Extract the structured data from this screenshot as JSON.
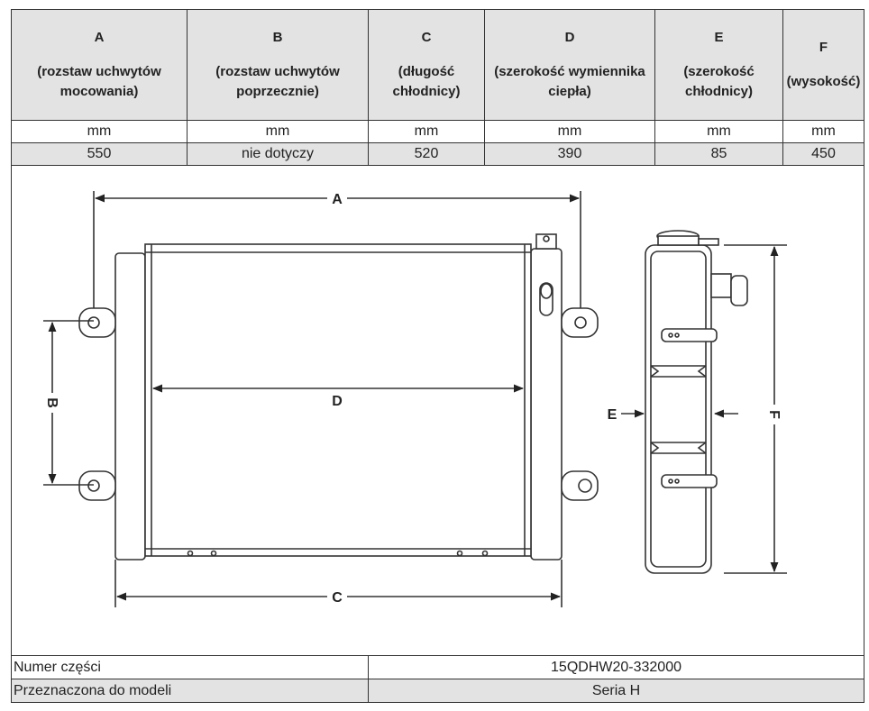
{
  "columns": [
    {
      "letter": "A",
      "desc": [
        "(rozstaw uchwytów",
        "mocowania)"
      ],
      "unit": "mm",
      "value": "550"
    },
    {
      "letter": "B",
      "desc": [
        "(rozstaw uchwytów",
        "poprzecznie)"
      ],
      "unit": "mm",
      "value": "nie dotyczy"
    },
    {
      "letter": "C",
      "desc": [
        "(długość",
        "chłodnicy)"
      ],
      "unit": "mm",
      "value": "520"
    },
    {
      "letter": "D",
      "desc": [
        "(szerokość wymiennika",
        "ciepła)"
      ],
      "unit": "mm",
      "value": "390"
    },
    {
      "letter": "E",
      "desc": [
        "(szerokość",
        "chłodnicy)"
      ],
      "unit": "mm",
      "value": "85"
    },
    {
      "letter": "F",
      "desc": [
        "(wysokość)"
      ],
      "unit": "mm",
      "value": "450"
    }
  ],
  "drawing": {
    "dimension_labels": {
      "A": "A",
      "B": "B",
      "C": "C",
      "D": "D",
      "E": "E",
      "F": "F"
    }
  },
  "info": [
    {
      "label": "Numer części",
      "value": "15QDHW20-332000"
    },
    {
      "label": "Przeznaczona do modeli",
      "value": "Seria H"
    }
  ]
}
